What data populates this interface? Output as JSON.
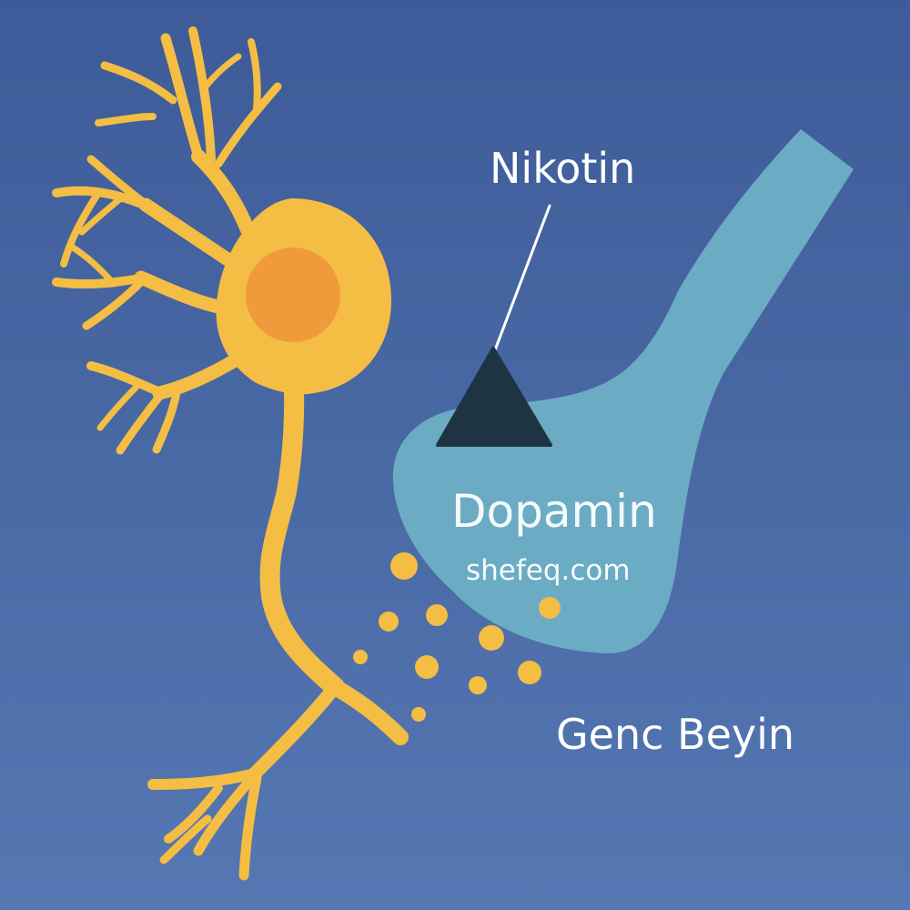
{
  "labels": {
    "nikotin": "Nikotin",
    "dopamin": "Dopamin",
    "website": "shefeq.com",
    "genc_beyin": "Genc Beyin"
  },
  "colors": {
    "background_top": "#3d5b98",
    "background_bottom": "#5577b2",
    "neuron": "#f4bd44",
    "nucleus": "#f09a3c",
    "synapse_terminal": "#6cabc4",
    "nicotine_molecule": "#1f3443",
    "dopamine_dots": "#f4bd44",
    "text": "#ffffff"
  },
  "icons": {
    "neuron": "neuron-cell-illustration",
    "nicotine": "triangle-molecule-icon",
    "dopamine": "circle-dot-molecules"
  }
}
